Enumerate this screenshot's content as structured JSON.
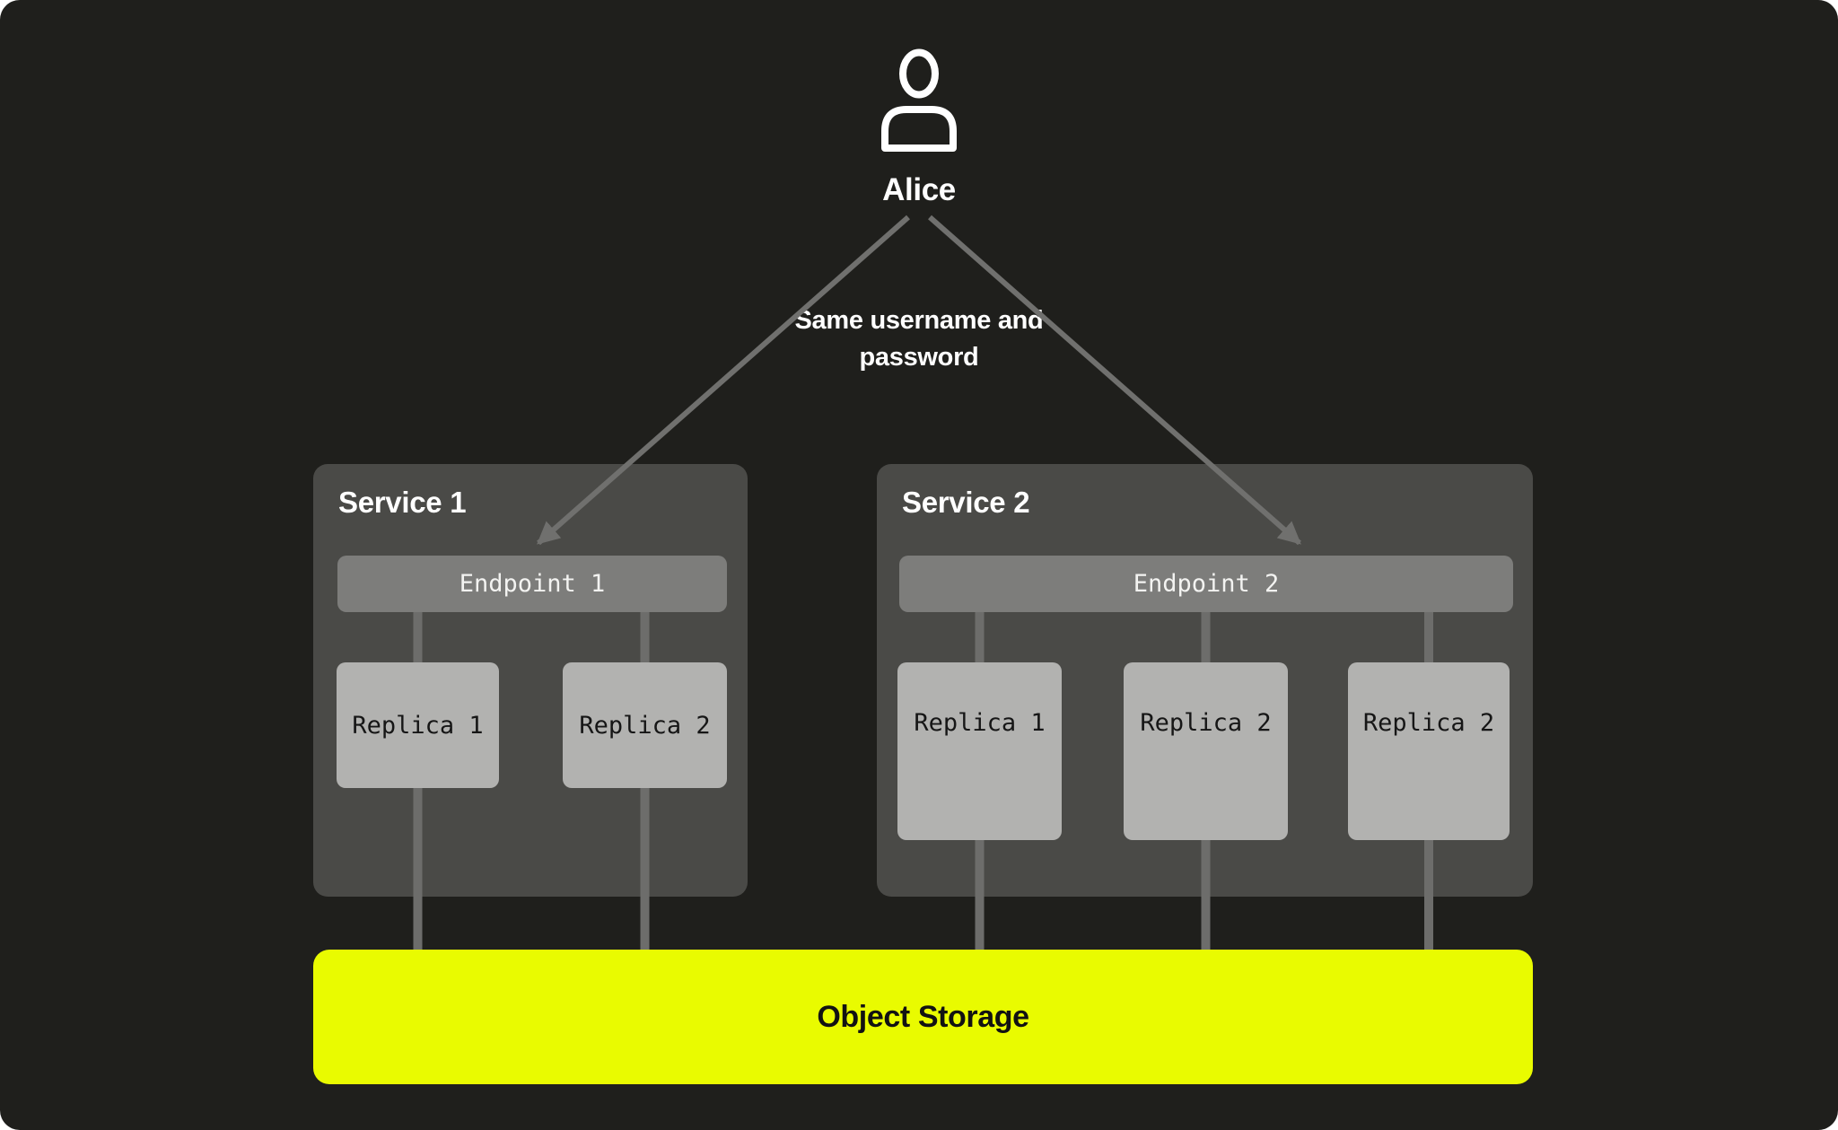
{
  "user": {
    "label": "Alice",
    "icon": "person-icon"
  },
  "connection_note": "Same username and password",
  "services": [
    {
      "title": "Service 1",
      "endpoint_label": "Endpoint 1",
      "replicas": [
        "Replica 1",
        "Replica 2"
      ]
    },
    {
      "title": "Service 2",
      "endpoint_label": "Endpoint 2",
      "replicas": [
        "Replica 1",
        "Replica 2",
        "Replica 2"
      ]
    }
  ],
  "storage_label": "Object Storage",
  "colors": {
    "page_bg": "#ffffff",
    "canvas_bg": "#1f1f1c",
    "service_box": "#4a4a47",
    "endpoint_bar": "#7d7d7b",
    "replica_box": "#b2b2b0",
    "connector_gray": "#6d6d6b",
    "accent_yellow": "#e9fb00",
    "text_light": "#ffffff",
    "text_dark": "#161616"
  }
}
